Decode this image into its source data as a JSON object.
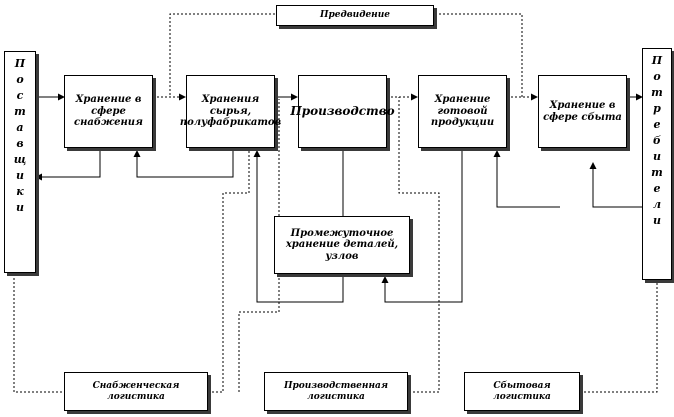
{
  "diagram": {
    "forecast": "Предвидение",
    "suppliers": [
      "П",
      "о",
      "с",
      "т",
      "а",
      "в",
      "щ",
      "и",
      "к",
      "и"
    ],
    "consumers": [
      "П",
      "о",
      "т",
      "р",
      "е",
      "б",
      "и",
      "т",
      "е",
      "л",
      "и"
    ],
    "storage_supply": "Хранение в сфере снабжения",
    "storage_raw": "Хранения сырья, полуфабрикатов",
    "production": "Производство",
    "storage_finished": "Хранение готовой продукции",
    "storage_sales": "Хранение в сфере сбыта",
    "intermediate": "Промежуточное хранение деталей, узлов",
    "supply_logistics": "Снабженческая логистика",
    "production_logistics": "Производственная логистика",
    "sales_logistics": "Сбытовая логистика"
  }
}
